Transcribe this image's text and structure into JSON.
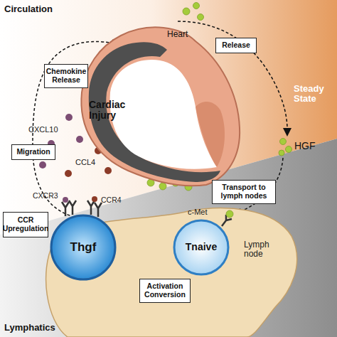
{
  "diagram": {
    "nodes": [
      {
        "text": [
          "Heart",
          "Cardiac Injury"
        ]
      },
      {
        "text": [
          "Release"
        ]
      },
      {
        "text": [
          "Chemokine Release"
        ]
      },
      {
        "text": [
          "Migration"
        ]
      },
      {
        "text": [
          "Transport to lymph nodes"
        ]
      },
      {
        "text": [
          "CCR Upregulation"
        ]
      },
      {
        "text": [
          "Thgf"
        ]
      },
      {
        "text": [
          "Lymph node"
        ]
      },
      {
        "text": [
          "Tnaive"
        ],
        "in": 7
      },
      {
        "text": [
          "Activation Conversion"
        ]
      }
    ],
    "edges": [
      {
        "from": 6,
        "to": 0,
        "arrow": "to"
      },
      {
        "from": 8,
        "to": 6,
        "arrow": "to"
      }
    ],
    "labels": [
      "Circulation",
      "Steady State",
      "CXCL10",
      "CCL4",
      "HGF",
      "CXCR3",
      "CCR4",
      "c-Met",
      "Lymphatics"
    ]
  }
}
